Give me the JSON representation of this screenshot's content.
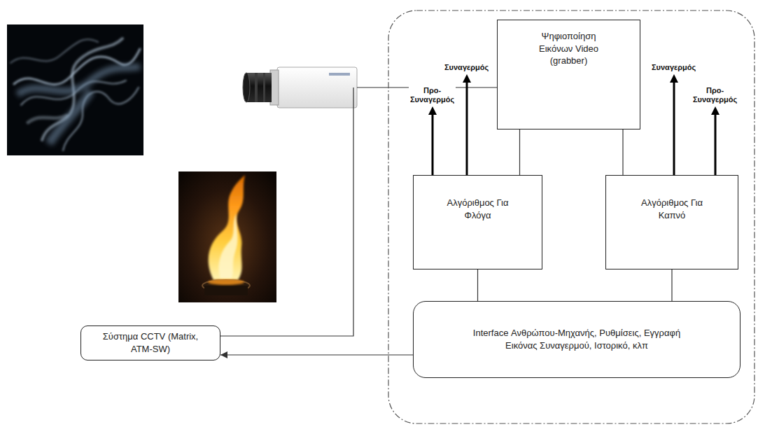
{
  "diagram": {
    "nodes": [
      {
        "text": [
          "Ψηφιοποίηση Εικόνων Video (grabber)"
        ]
      },
      {
        "text": [
          "Αλγόριθμος Για Φλόγα"
        ]
      },
      {
        "text": [
          "Αλγόριθμος Για Καπνό"
        ]
      },
      {
        "text": [
          "Interface Ανθρώπου-Μηχανής, Ρυθμίσεις, Εγγραφή Εικόνας Συναγερμού, Ιστορικό, κλπ"
        ]
      },
      {
        "text": [
          "Σύστημα CCTV (Matrix, ATM-SW)"
        ]
      }
    ],
    "edges": [
      {
        "from": 0,
        "to": 1,
        "arrow": "none"
      },
      {
        "from": 0,
        "to": 2,
        "arrow": "none"
      },
      {
        "from": 1,
        "to": 3,
        "arrow": "none"
      },
      {
        "from": 2,
        "to": 3,
        "arrow": "none"
      },
      {
        "from": 3,
        "to": 4,
        "arrow": "to"
      }
    ],
    "labels": [
      "Συναγερμός",
      "Προ- Συναγερμός",
      "Συναγερμός",
      "Προ- Συναγερμός"
    ]
  }
}
